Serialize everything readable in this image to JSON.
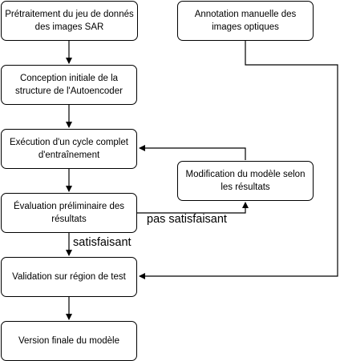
{
  "nodes": {
    "preprocess": "Prétraitement du jeu de donnés des images SAR",
    "annotation": "Annotation manuelle des images optiques",
    "design": "Conception initiale de la structure de l'Autoencoder",
    "training": "Exécution d'un cycle complet d'entraînement",
    "modification": "Modification du modèle selon les résultats",
    "evaluation": "Évaluation préliminaire des résultats",
    "validation": "Validation sur région de test",
    "final": "Version finale du modèle"
  },
  "edge_labels": {
    "not_satisfying": "pas satisfaisant",
    "satisfying": "satisfaisant"
  }
}
